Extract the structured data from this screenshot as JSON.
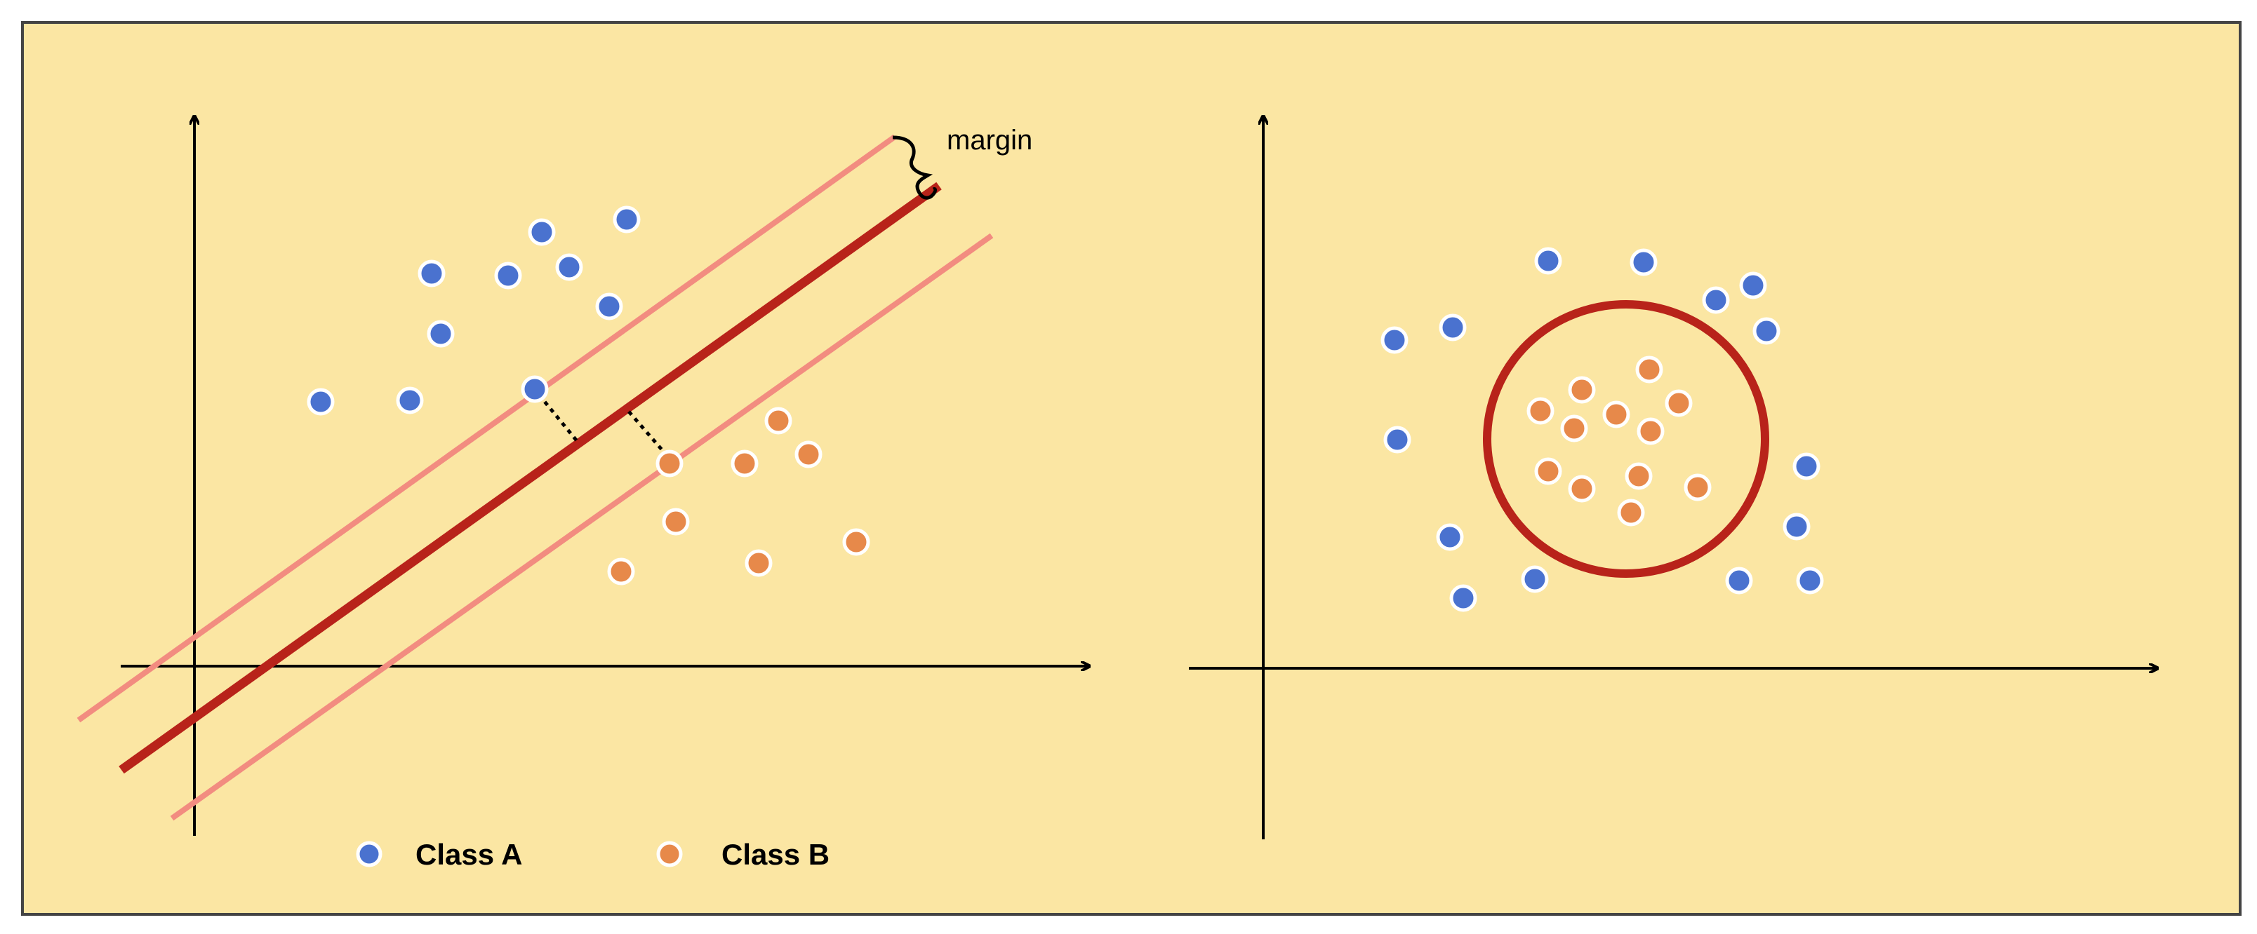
{
  "colors": {
    "background": "#FBE6A3",
    "frame": "#444444",
    "axis": "#000000",
    "hyperplane": "#B8231A",
    "margin_line": "#F28C80",
    "circle": "#B8231A",
    "class_a": "#4A72CF",
    "class_b": "#E7894A",
    "point_outline": "#FFFFFF"
  },
  "left_panel": {
    "annotation": "margin",
    "legend": [
      {
        "label": "Class A",
        "color_key": "class_a"
      },
      {
        "label": "Class B",
        "color_key": "class_b"
      }
    ]
  },
  "chart_data": [
    {
      "type": "scatter",
      "description_role": "linear-separation",
      "has_hyperplane": true,
      "has_margin_lines": true,
      "annotation": "margin",
      "series": [
        {
          "name": "Class A",
          "color_key": "class_a",
          "points": [
            [
              457,
              573
            ],
            [
              584,
              571
            ],
            [
              615,
              390
            ],
            [
              628,
              476
            ],
            [
              724,
              393
            ],
            [
              772,
              331
            ],
            [
              811,
              381
            ],
            [
              868,
              437
            ],
            [
              893,
              313
            ],
            [
              762,
              555
            ]
          ]
        },
        {
          "name": "Class B",
          "color_key": "class_b",
          "points": [
            [
              954,
              661
            ],
            [
              963,
              744
            ],
            [
              885,
              815
            ],
            [
              1061,
              661
            ],
            [
              1109,
              600
            ],
            [
              1152,
              648
            ],
            [
              1220,
              773
            ],
            [
              1081,
              803
            ]
          ]
        }
      ]
    },
    {
      "type": "scatter",
      "description_role": "circular-separation",
      "has_decision_circle": true,
      "series": [
        {
          "name": "Class A",
          "color_key": "class_a",
          "points": [
            [
              1987,
              485
            ],
            [
              2070,
              467
            ],
            [
              2206,
              372
            ],
            [
              2342,
              374
            ],
            [
              2445,
              428
            ],
            [
              2498,
              407
            ],
            [
              2517,
              472
            ],
            [
              1991,
              627
            ],
            [
              2574,
              665
            ],
            [
              2066,
              766
            ],
            [
              2560,
              751
            ],
            [
              2085,
              853
            ],
            [
              2187,
              826
            ],
            [
              2478,
              828
            ],
            [
              2579,
              828
            ]
          ]
        },
        {
          "name": "Class B",
          "color_key": "class_b",
          "points": [
            [
              2195,
              586
            ],
            [
              2254,
              556
            ],
            [
              2350,
              527
            ],
            [
              2392,
              575
            ],
            [
              2243,
              611
            ],
            [
              2303,
              591
            ],
            [
              2352,
              615
            ],
            [
              2206,
              672
            ],
            [
              2254,
              697
            ],
            [
              2335,
              679
            ],
            [
              2419,
              695
            ],
            [
              2324,
              731
            ]
          ]
        }
      ]
    }
  ]
}
